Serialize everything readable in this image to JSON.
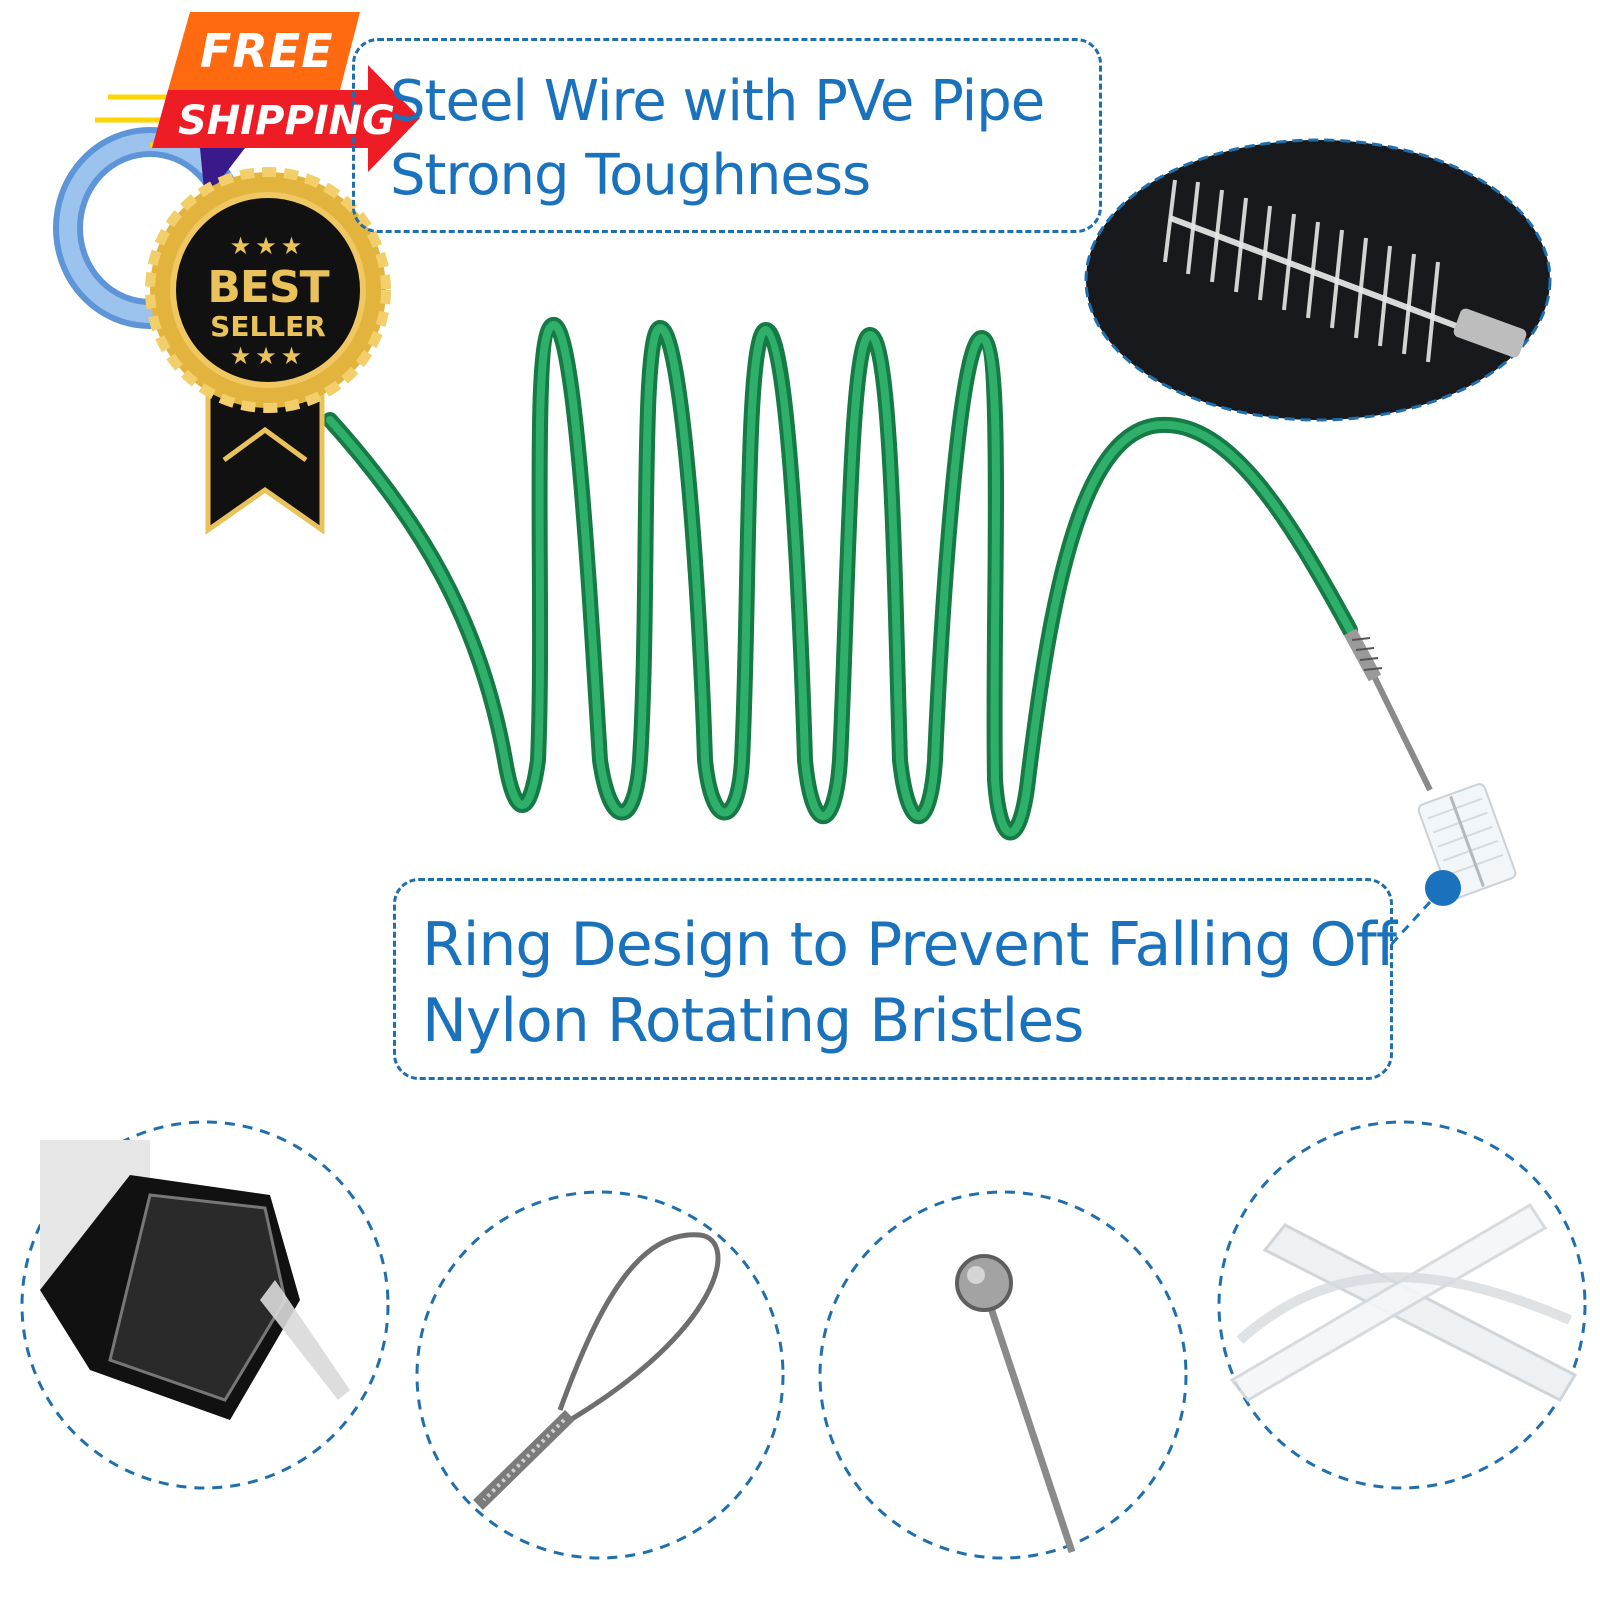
{
  "badges": {
    "free": "FREE",
    "shipping": "SHIPPING",
    "best": "BEST",
    "seller": "SELLER",
    "stars": "★★★"
  },
  "callouts": {
    "top": [
      "Steel Wire with PVe Pipe",
      "Strong Toughness"
    ],
    "bottom": [
      "Ring Design to Prevent Falling Off",
      "Nylon Rotating Bristles"
    ]
  },
  "colors": {
    "accent_blue": "#1a72bd",
    "wire_green": "#1f9a5a",
    "badge_orange": "#ff6a10",
    "badge_red": "#ee1c25",
    "seal_gold": "#e9c25b",
    "seal_black": "#111111",
    "handle_blue": "#8fb9ea"
  },
  "icons": [
    "ring-handle-icon",
    "brush-closeup-icon",
    "funnel-detail-icon",
    "wire-loop-detail-icon",
    "steel-ball-detail-icon",
    "clear-tube-detail-icon"
  ]
}
